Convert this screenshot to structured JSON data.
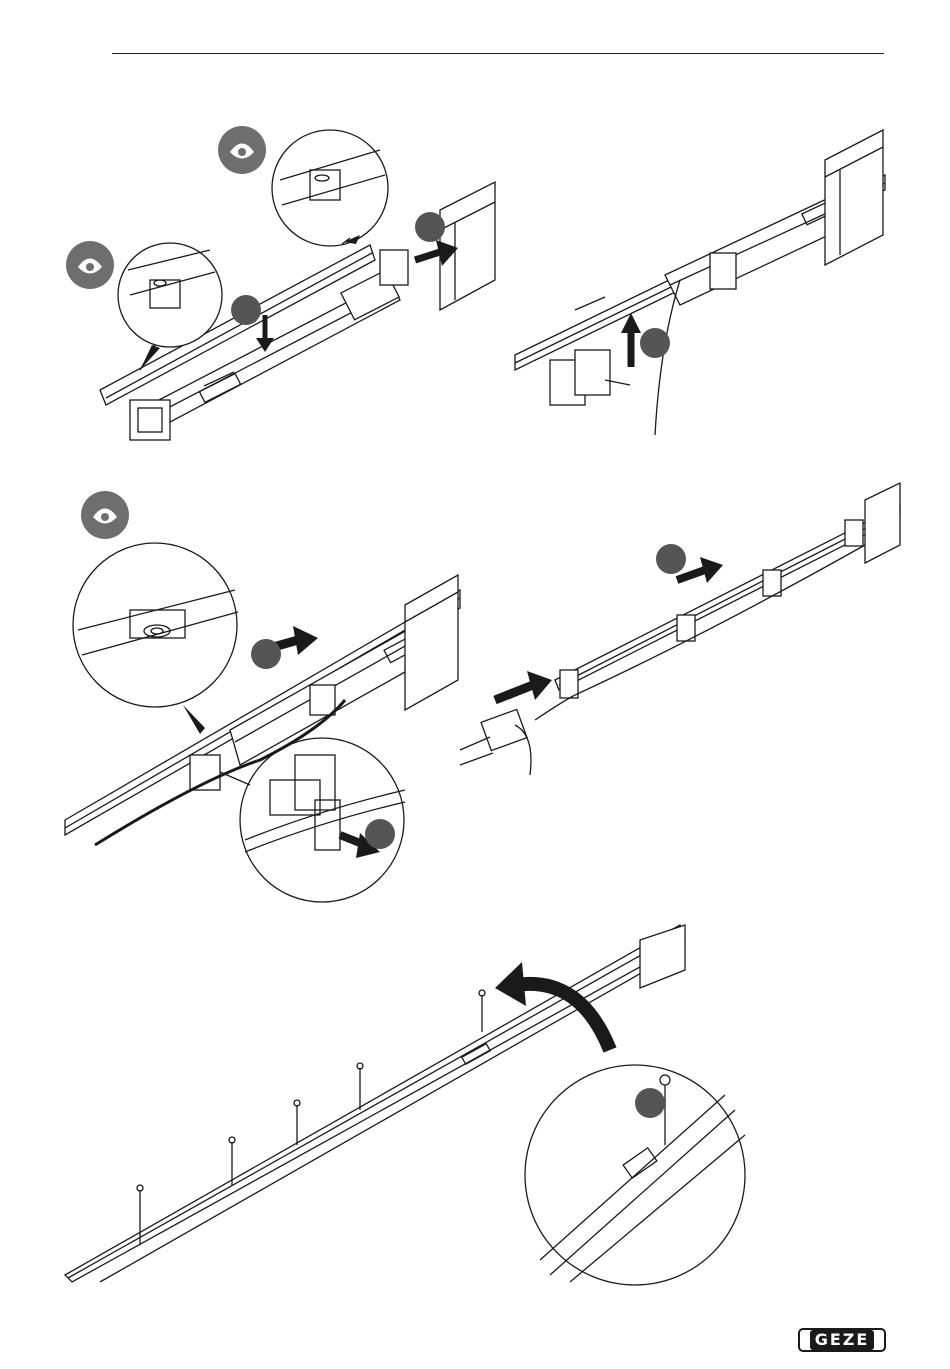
{
  "header": {
    "rule": true
  },
  "figures": [
    {
      "id": "step-a",
      "callouts": 2,
      "inspect_markers": 2
    },
    {
      "id": "step-b",
      "callouts": 1
    },
    {
      "id": "step-c",
      "callouts": 2,
      "inspect_markers": 1
    },
    {
      "id": "step-d",
      "callouts": 1
    },
    {
      "id": "step-e",
      "callouts": 1,
      "screws": 5
    }
  ],
  "footer": {
    "logo_text": "GEZE"
  },
  "colors": {
    "ink": "#1a1a1a",
    "callout": "#555555",
    "eye": "#6e6e6e"
  }
}
